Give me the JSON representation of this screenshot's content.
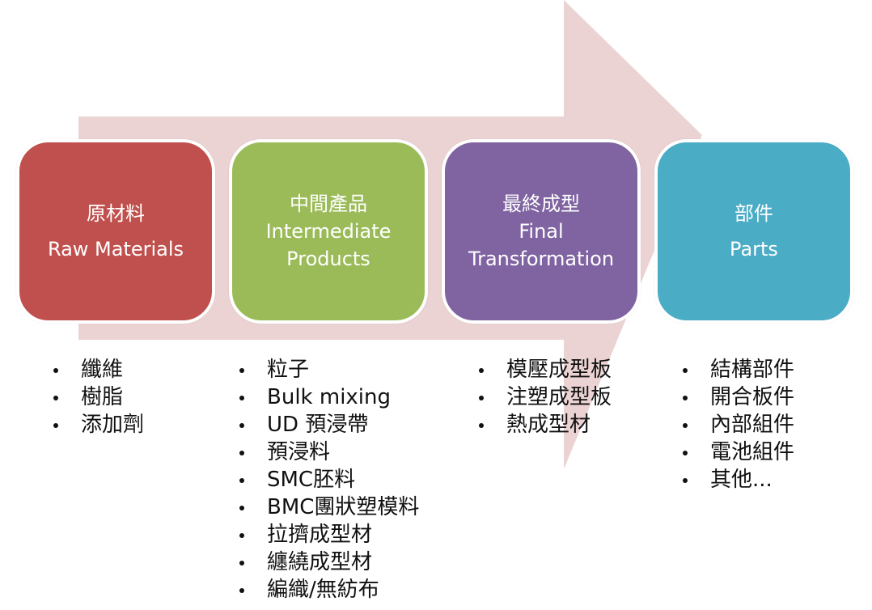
{
  "colors": {
    "arrow": "#ecd3d3",
    "raw_materials": "#c0504d",
    "intermediate_products": "#9bbb59",
    "final_transformation": "#8064a2",
    "parts": "#4bacc6"
  },
  "stages": [
    {
      "id": "raw-materials",
      "title_zh": "原材料",
      "title_en": "Raw Materials",
      "title_en_2": "",
      "items": [
        "纖維",
        "樹脂",
        "添加劑"
      ]
    },
    {
      "id": "intermediate-products",
      "title_zh": "中間產品",
      "title_en": "Intermediate",
      "title_en_2": "Products",
      "items": [
        "粒子",
        "Bulk mixing",
        "UD 預浸帶",
        "預浸料",
        "SMC胚料",
        "BMC團狀塑模料",
        "拉擠成型材",
        "纏繞成型材",
        "編織/無紡布"
      ]
    },
    {
      "id": "final-transformation",
      "title_zh": "最終成型",
      "title_en": "Final",
      "title_en_2": "Transformation",
      "items": [
        "模壓成型板",
        "注塑成型板",
        "熱成型材"
      ]
    },
    {
      "id": "parts",
      "title_zh": "部件",
      "title_en": "Parts",
      "title_en_2": "",
      "items": [
        "結構部件",
        "開合板件",
        "內部組件",
        "電池組件",
        "其他..."
      ]
    }
  ]
}
